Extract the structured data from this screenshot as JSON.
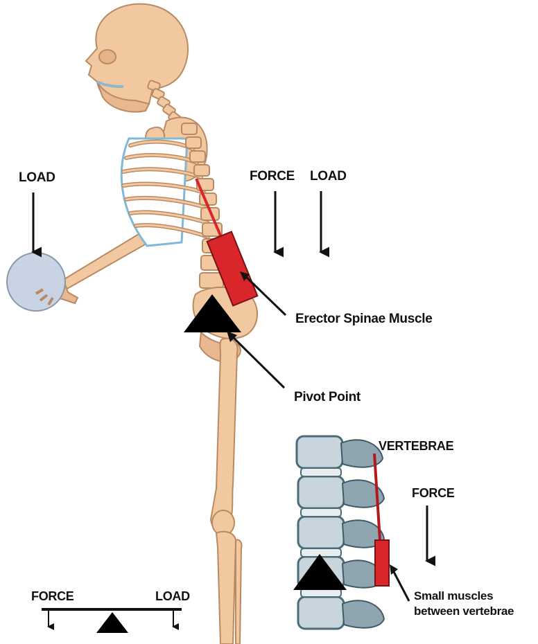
{
  "labels": {
    "load_top_left": "LOAD",
    "force_top": "FORCE",
    "load_top_right": "LOAD",
    "erector_spinae": "Erector Spinae Muscle",
    "pivot_point": "Pivot Point",
    "vertebrae": "VERTEBRAE",
    "force_vertebrae": "FORCE",
    "small_muscles_line1": "Small muscles",
    "small_muscles_line2": "between vertebrae",
    "lever_force": "FORCE",
    "lever_load": "LOAD"
  },
  "colors": {
    "bone": "#f2c8a0",
    "bone_outline": "#b98a62",
    "muscle": "#d8262b",
    "ball": "#c8d4e4",
    "vertebra": "#c9d5dc",
    "vertebra_dark": "#4b6b78",
    "arrow": "#111111",
    "rib_blue": "#7fb8d8"
  },
  "icons": {
    "pivot": "triangle-icon",
    "load_ball": "ball-icon"
  }
}
